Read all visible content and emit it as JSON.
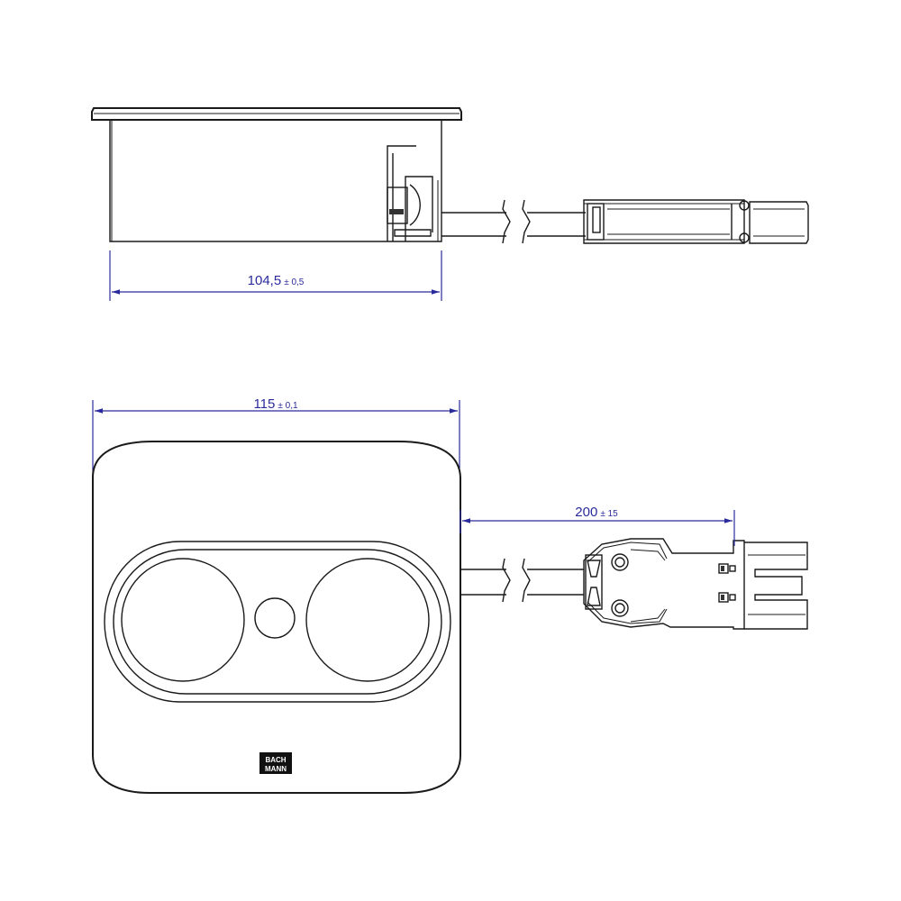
{
  "dimensions": {
    "depth": {
      "value": "104,5",
      "tolerance": "± 0,5"
    },
    "width": {
      "value": "115",
      "tolerance": "± 0,1"
    },
    "cable_length": {
      "value": "200",
      "tolerance": "± 15"
    }
  },
  "colors": {
    "line": "#1a1a1a",
    "dimension": "#2a2a9c",
    "background": "#ffffff"
  },
  "logo": {
    "lines": [
      "BACH",
      "MANN"
    ]
  }
}
